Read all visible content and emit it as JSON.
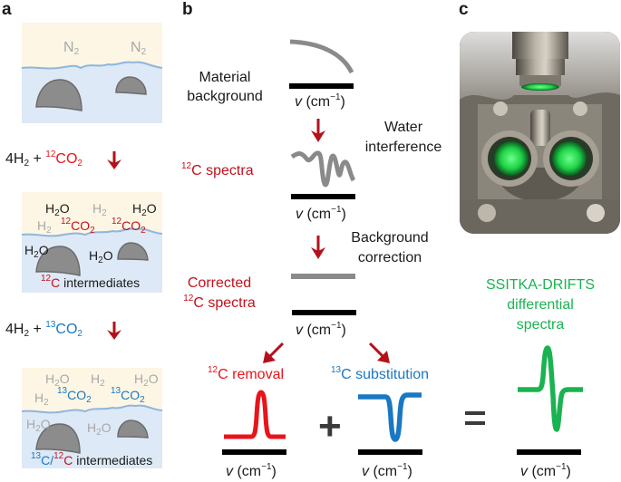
{
  "panels": {
    "a": {
      "label": "a",
      "box1": {
        "gas": [
          "N",
          "N"
        ],
        "gas_sub": "2"
      },
      "step1": {
        "reactant1": "4H",
        "reactant1_sub": "2",
        "plus": "+",
        "isotope": "12",
        "reactant2": "CO",
        "reactant2_sub": "2"
      },
      "box2": {
        "species": [
          {
            "text": "H",
            "sub": "2",
            "tail": "O",
            "color": "dark"
          },
          {
            "text": "H",
            "sub": "2",
            "tail": "",
            "color": "grey"
          },
          {
            "text": "H",
            "sub": "2",
            "tail": "O",
            "color": "dark"
          },
          {
            "text": "H",
            "sub": "2",
            "tail": "",
            "color": "grey"
          },
          {
            "iso": "12",
            "text": "CO",
            "sub": "2",
            "color": "red"
          },
          {
            "iso": "12",
            "text": "CO",
            "sub": "2",
            "color": "red"
          },
          {
            "text": "H",
            "sub": "2",
            "tail": "O",
            "color": "dark"
          },
          {
            "text": "H",
            "sub": "2",
            "tail": "O",
            "color": "dark"
          }
        ],
        "caption_iso": "12",
        "caption_elem": "C",
        "caption_text": " intermediates"
      },
      "step2": {
        "reactant1": "4H",
        "reactant1_sub": "2",
        "plus": "+",
        "isotope": "13",
        "reactant2": "CO",
        "reactant2_sub": "2"
      },
      "box3": {
        "species": [
          {
            "text": "H",
            "sub": "2",
            "tail": "O",
            "color": "grey"
          },
          {
            "text": "H",
            "sub": "2",
            "tail": "",
            "color": "grey"
          },
          {
            "text": "H",
            "sub": "2",
            "tail": "O",
            "color": "grey"
          },
          {
            "text": "H",
            "sub": "2",
            "tail": "",
            "color": "grey"
          },
          {
            "iso": "13",
            "text": "CO",
            "sub": "2",
            "color": "blue"
          },
          {
            "iso": "13",
            "text": "CO",
            "sub": "2",
            "color": "blue"
          },
          {
            "text": "H",
            "sub": "2",
            "tail": "O",
            "color": "grey"
          },
          {
            "text": "H",
            "sub": "2",
            "tail": "O",
            "color": "grey"
          }
        ],
        "caption_iso1": "13",
        "caption_elem1": "C/",
        "caption_iso2": "12",
        "caption_elem2": "C",
        "caption_text": " intermediates"
      }
    },
    "b": {
      "label": "b",
      "axis_label_v": "v",
      "axis_label_unit": " (cm",
      "axis_label_exp": "−1",
      "axis_label_close": ")",
      "material_background": [
        "Material",
        "background"
      ],
      "water_interference": [
        "Water",
        "interference"
      ],
      "spectra_12c": {
        "iso": "12",
        "text": "C spectra"
      },
      "background_correction": [
        "Background",
        "correction"
      ],
      "corrected": {
        "line1": "Corrected",
        "iso": "12",
        "line2": "C spectra"
      },
      "removal": {
        "iso": "12",
        "text": "C removal"
      },
      "substitution": {
        "iso": "13",
        "text": "C substitution"
      },
      "plus": "+",
      "equals": "="
    },
    "c": {
      "label": "c",
      "result_title": [
        "SSITKA-DRIFTS",
        "differential",
        "spectra"
      ],
      "photo_alt": "DRIFTS reaction cell with green-lit windows"
    }
  },
  "colors": {
    "gas_phase": "#fdf6e4",
    "surface": "#dde9f6",
    "interface_line": "#8fb6dc",
    "particle": "#8c8c8c",
    "arrow": "#b3121b",
    "c12": "#e8141c",
    "c13": "#1a78c2",
    "ssitka": "#1ab351",
    "spectrum_grey": "#8a8a8a"
  }
}
